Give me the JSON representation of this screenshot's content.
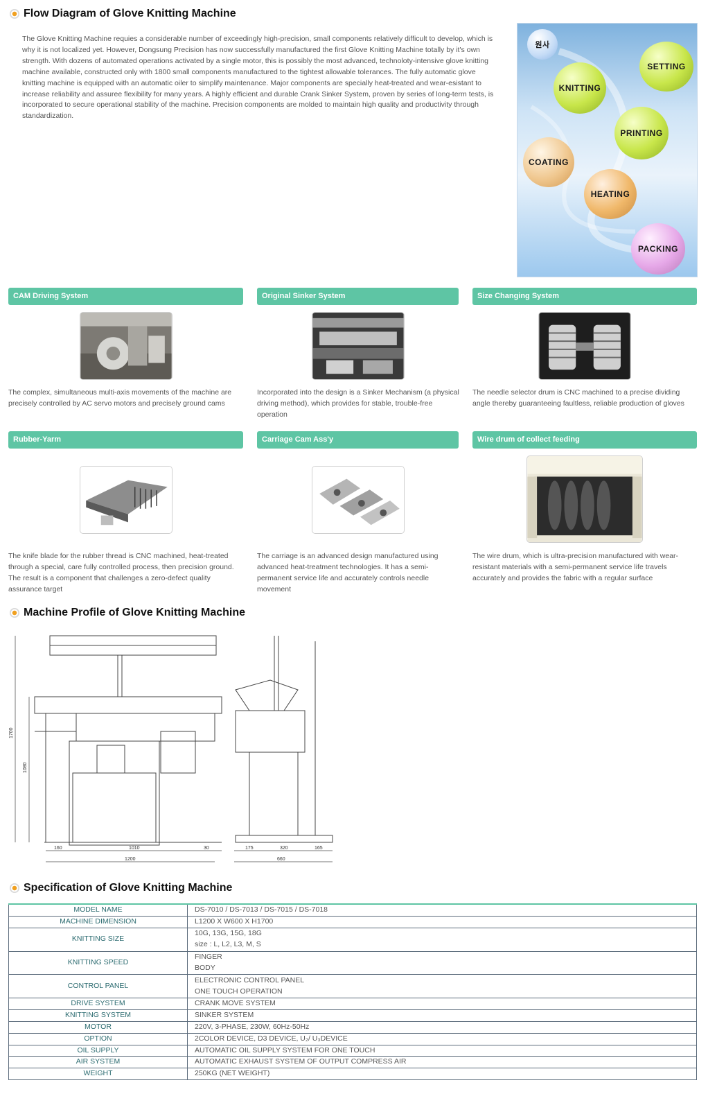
{
  "flow": {
    "title": "Flow Diagram of Glove Knitting Machine",
    "intro": "The Glove Knitting Machine requies a considerable number of exceedingly high-precision, small components relatively difficult to develop, which is why it is not localized yet. However, Dongsung Precision has now successfully manufactured the first Glove Knitting Machine totally by it's own strength. With dozens of automated operations activated by a single motor, this is possibly the most advanced, technoloty-intensive glove knitting machine available, constructed only with 1800 small components manufactured to the tightest allowable tolerances. The fully automatic glove knitting machine is equipped with an automatic oiler to simplify maintenance. Major components are specially heat-treated and wear-esistant to increase reliability and assuree flexibility for many years. A highly efficient and durable Crank Sinker System, proven by series of long-term tests, is incorporated to secure operational stability of the machine. Precision components are molded to maintain high quality and productivity through standardization.",
    "stages": {
      "start": "원사",
      "setting": "SETTING",
      "knitting": "KNITTING",
      "printing": "PRINTING",
      "coating": "COATING",
      "heating": "HEATING",
      "packing": "PACKING"
    },
    "colors": {
      "green_ball": "#c8e64a",
      "orange_ball": "#f0b86a",
      "pink_ball": "#e6a8e8",
      "blue_ball": "#9fc4ee",
      "accent": "#5ec5a4"
    }
  },
  "features": [
    {
      "title": "CAM Driving System",
      "desc": "The complex, simultaneous multi-axis movements of the machine are precisely controlled by AC servo motors and precisely ground cams"
    },
    {
      "title": "Original Sinker System",
      "desc": "Incorporated into the design is a Sinker Mechanism (a physical driving method), which provides for stable, trouble-free operation"
    },
    {
      "title": "Size Changing System",
      "desc": "The needle selector drum is CNC machined to a precise dividing angle thereby guaranteeing faultless, reliable production of gloves"
    },
    {
      "title": "Rubber-Yarm",
      "desc": "The knife blade for the rubber thread is CNC machined, heat-treated through a special, care fully controlled process, then precision ground. The result is a component that challenges a zero-defect quality assurance target"
    },
    {
      "title": "Carriage Cam Ass'y",
      "desc": "The carriage is an advanced design manufactured using advanced heat-treatment technologies. It has a semi-permanent service life and accurately controls needle movement"
    },
    {
      "title": "Wire drum of collect feeding",
      "desc": "The wire drum, which is ultra-precision manufactured with wear-resistant materials with a semi-permanent service life travels accurately and provides the fabric with a regular surface"
    }
  ],
  "profile": {
    "title": "Machine Profile of Glove Knitting Machine",
    "dims": {
      "height_total": "1700",
      "height_table": "1080",
      "d160": "160",
      "d1010": "1010",
      "d30": "30",
      "width": "1200",
      "d175": "175",
      "d320": "320",
      "d165": "165",
      "depth": "660"
    }
  },
  "spec": {
    "title": "Specification of Glove Knitting Machine",
    "rows": [
      {
        "key": "MODEL NAME",
        "v1": "DS-7010 / DS-7013 / DS-7015 / DS-7018",
        "v2": ""
      },
      {
        "key": "MACHINE DIMENSION",
        "v1": "L1200 X W600 X H1700",
        "v2": ""
      },
      {
        "key": "KNITTING SIZE",
        "v1": "10G, 13G, 15G, 18G",
        "v2": "size : L, L2, L3, M, S"
      },
      {
        "key": "KNITTING SPEED",
        "v1": "FINGER",
        "v2": "BODY"
      },
      {
        "key": "CONTROL PANEL",
        "v1": "ELECTRONIC CONTROL PANEL",
        "v2": "ONE TOUCH OPERATION"
      },
      {
        "key": "DRIVE SYSTEM",
        "v1": "CRANK MOVE SYSTEM",
        "v2": ""
      },
      {
        "key": "KNITTING SYSTEM",
        "v1": "SINKER SYSTEM",
        "v2": ""
      },
      {
        "key": "MOTOR",
        "v1": "220V, 3-PHASE, 230W, 60Hz-50Hz",
        "v2": ""
      },
      {
        "key": "OPTION",
        "v1": "2COLOR DEVICE, D3 DEVICE, U₂/ U₃DEVICE",
        "v2": ""
      },
      {
        "key": "OIL SUPPLY",
        "v1": "AUTOMATIC OIL SUPPLY SYSTEM FOR ONE TOUCH",
        "v2": ""
      },
      {
        "key": "AIR SYSTEM",
        "v1": "AUTOMATIC EXHAUST SYSTEM OF OUTPUT COMPRESS AIR",
        "v2": ""
      },
      {
        "key": "WEIGHT",
        "v1": "250KG (NET WEIGHT)",
        "v2": ""
      }
    ]
  }
}
